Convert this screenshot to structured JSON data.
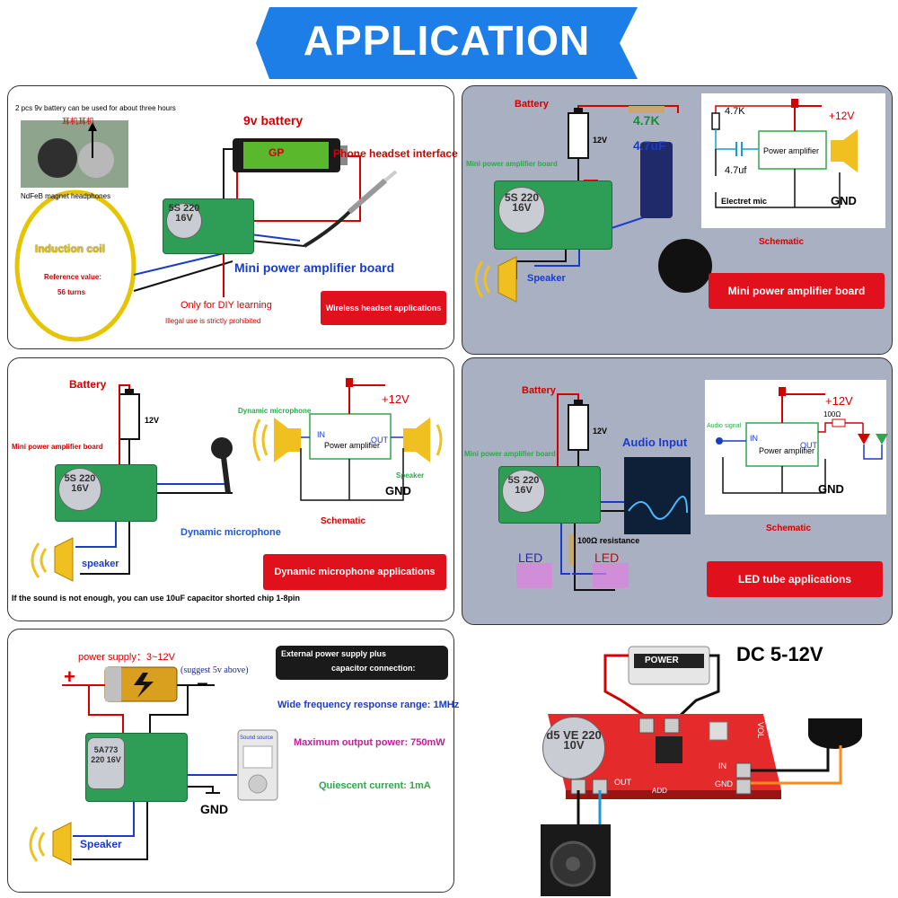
{
  "banner": {
    "title": "APPLICATION",
    "color": "#1e7ee8"
  },
  "panel1": {
    "note": "2 pcs 9v battery can be used for about three hours",
    "chinese_label": "耳机耳机",
    "magnet_label": "NdFeB magnet headphones",
    "battery_label": "9v battery",
    "battery_brand": "GP",
    "phone_interface": "Phone headset interface",
    "coil_title": "Induction coil",
    "coil_ref": "Reference value:",
    "coil_turns": "56 turns",
    "board_label": "Mini power amplifier board",
    "diy_note": "Only for DIY learning",
    "illegal_note": "Illegal use is strictly prohibited",
    "cap_text": "5S 220 16V",
    "button": "Wireless headset applications"
  },
  "panel2": {
    "battery_label": "Battery",
    "voltage": "12V",
    "board_label": "Mini power amplifier board",
    "resistor_label": "4.7K",
    "cap_label": "4.7uF",
    "speaker_label": "Speaker",
    "cap_text": "5S 220 16V",
    "schem_resistor": "4.7K",
    "schem_supply": "+12V",
    "schem_cap": "4.7uf",
    "schem_amp": "Power amplifier",
    "schem_mic": "Electret mic",
    "schem_gnd": "GND",
    "schem_title": "Schematic",
    "button": "Mini power amplifier board"
  },
  "panel3": {
    "battery_label": "Battery",
    "voltage": "12V",
    "board_label": "Mini power amplifier board",
    "mic_title": "Dynamic microphone",
    "schem_supply": "+12V",
    "schem_in": "IN",
    "schem_out": "OUT",
    "schem_amp": "Power amplifier",
    "schem_speaker": "Speaker",
    "schem_gnd": "GND",
    "schem_title": "Schematic",
    "mic_label": "Dynamic microphone",
    "speaker_label": "speaker",
    "cap_text": "5S 220 16V",
    "note": "If the sound is not enough, you can use 10uF capacitor shorted chip 1-8pin",
    "button": "Dynamic microphone applications"
  },
  "panel4": {
    "battery_label": "Battery",
    "voltage": "12V",
    "board_label": "Mini power amplifier board",
    "audio_input": "Audio Input",
    "resistance": "100Ω resistance",
    "led_left": "LED",
    "led_right": "LED",
    "cap_text": "5S 220 16V",
    "schem_supply": "+12V",
    "schem_audio": "Audio signal",
    "schem_in": "IN",
    "schem_out": "OUT",
    "schem_amp": "Power amplifier",
    "schem_res": "100Ω",
    "schem_gnd": "GND",
    "schem_title": "Schematic",
    "button": "LED tube applications"
  },
  "panel5": {
    "supply_label": "power supply：3~12V",
    "suggest": "(suggest 5v above)",
    "plus": "+",
    "minus": "−",
    "ext_line1": "External power supply plus",
    "ext_line2": "capacitor connection:",
    "freq": "Wide frequency response range: 1MHz",
    "power": "Maximum output power: 750mW",
    "current": "Quiescent current: 1mA",
    "sound_source": "Sound source",
    "gnd": "GND",
    "speaker_label": "Speaker",
    "cap_text": "5A773 220 16V"
  },
  "panel6": {
    "dc_label": "DC 5-12V",
    "power_label": "POWER",
    "cap_text": "d5 VE 220 10V",
    "vol": "VOL",
    "in": "IN",
    "gnd": "GND",
    "out": "OUT",
    "add": "ADD"
  }
}
